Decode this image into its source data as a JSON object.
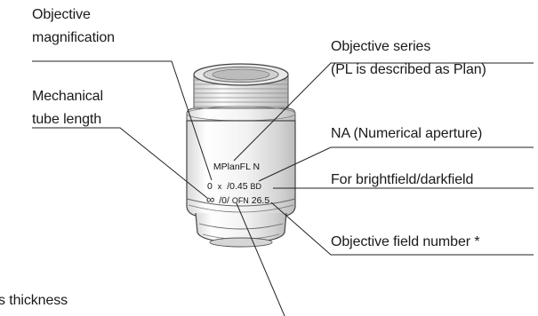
{
  "labels": {
    "objective_magnification": [
      "Objective",
      "magnification"
    ],
    "mechanical_tube_length": [
      "Mechanical",
      "tube length"
    ],
    "objective_series": [
      "Objective series",
      "(PL is described as Plan)"
    ],
    "numerical_aperture": "NA (Numerical aperture)",
    "brightfield_darkfield": "For brightfield/darkfield",
    "objective_field_number": "Objective field number *",
    "cover_glass_thickness_partial": "s thickness"
  },
  "lens_markings": {
    "series": "MPlanFL N",
    "magnification_na": "0x/0.45BD",
    "magnification": "0",
    "x": "x",
    "na": "/0.45",
    "bd": "BD",
    "infinity": "∞",
    "tube_cover": "/0/",
    "ofn_prefix": "OFN",
    "ofn_value": "26.5"
  },
  "colors": {
    "text": "#1a1a1a",
    "line": "#222222",
    "lens_outline": "#444444",
    "lens_fill": "#f4f4f4"
  }
}
